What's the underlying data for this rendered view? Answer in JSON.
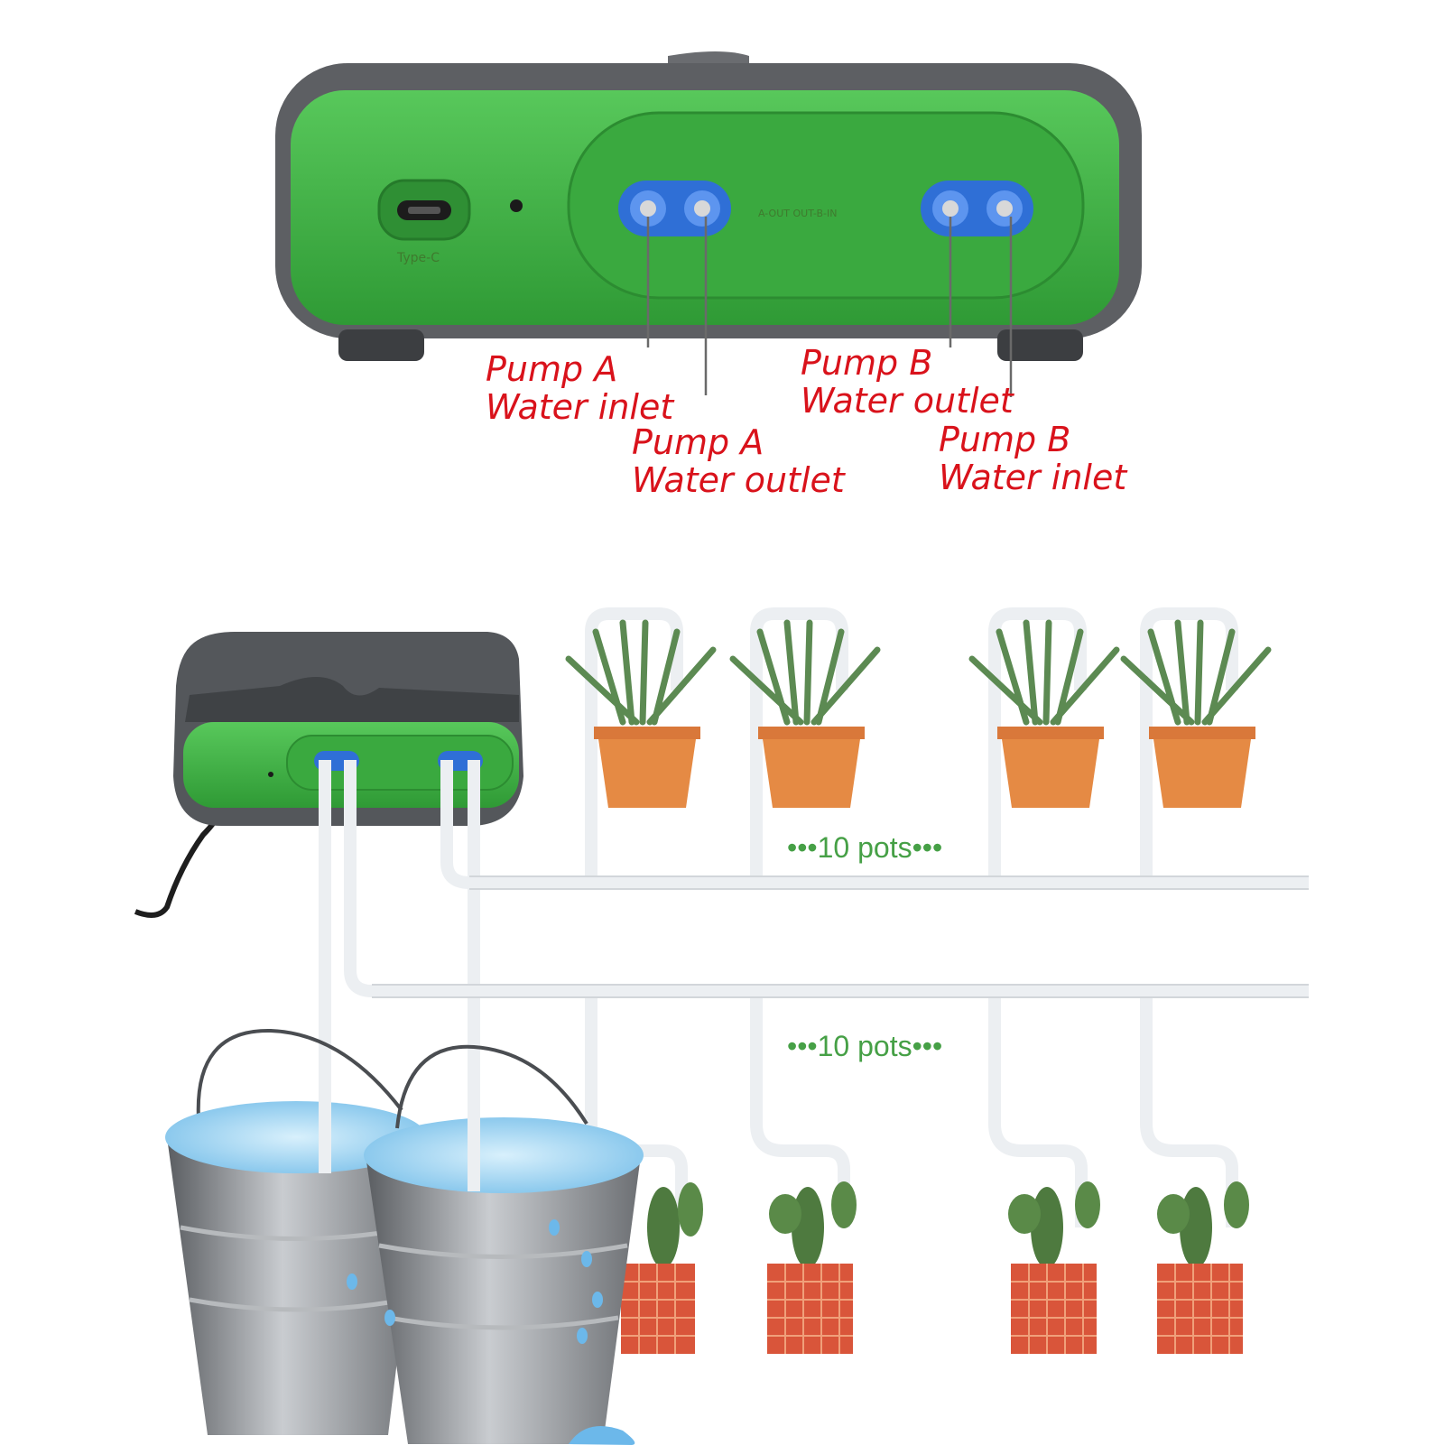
{
  "device": {
    "type_c_label": "Type-C",
    "port_text": "A-OUT  OUT-B-IN"
  },
  "labels": {
    "pump_a_inlet": [
      "Pump A",
      "Water inlet"
    ],
    "pump_a_outlet": [
      "Pump A",
      "Water outlet"
    ],
    "pump_b_outlet": [
      "Pump B",
      "Water outlet"
    ],
    "pump_b_inlet": [
      "Pump B",
      "Water inlet"
    ]
  },
  "pots": {
    "top_row_label": "•••10 pots•••",
    "bottom_row_label": "•••10 pots•••"
  },
  "colors": {
    "device_green": "#3fb044",
    "device_shell": "#5d5f63",
    "port_blue": "#2f6fd6",
    "label_red": "#d9121b",
    "pots_green": "#46a046",
    "pot_orange": "#e58a44",
    "pot_brick": "#d9553a",
    "tube": "#eceff2",
    "water": "#9fd3f2",
    "bucket": "#8a8d91"
  }
}
